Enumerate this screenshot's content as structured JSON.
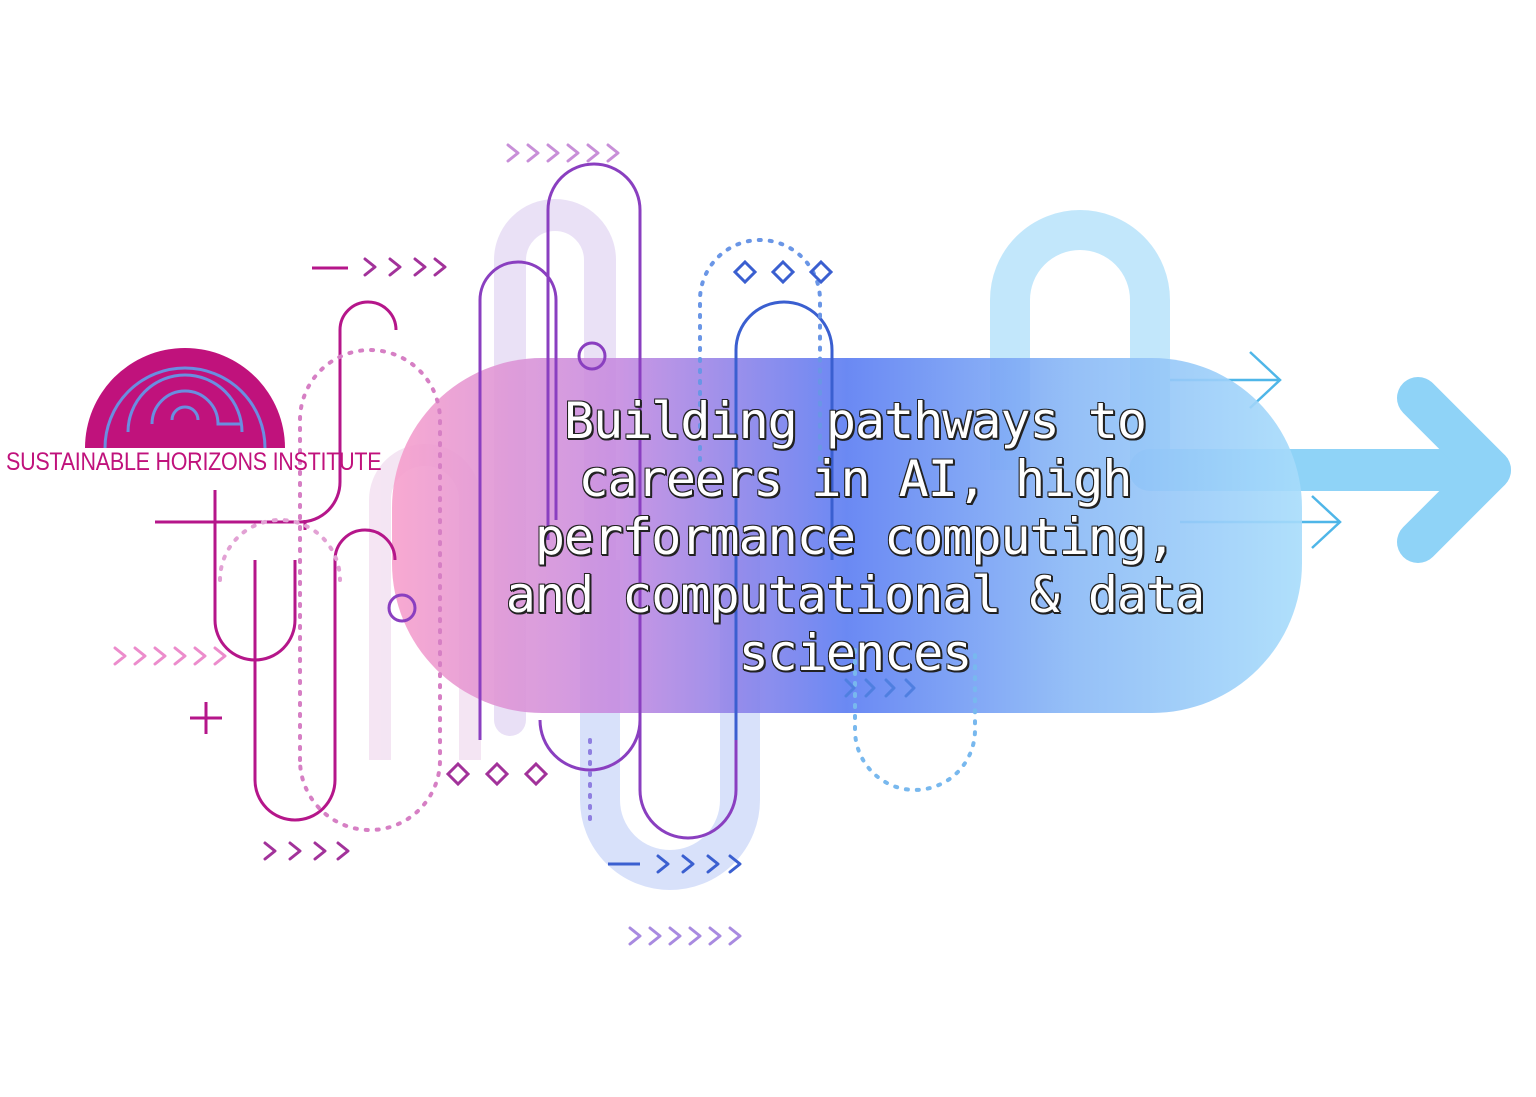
{
  "logo": {
    "name": "SUSTAINABLE HORIZONS INSTITUTE",
    "color": "#c0127c"
  },
  "headline": {
    "lines": [
      "Building pathways to",
      "careers in AI, high",
      "performance computing,",
      "and computational & data",
      "sciences"
    ]
  },
  "palette": {
    "magenta": "#c0127c",
    "purple": "#7a3fb0",
    "blue": "#3a62d6",
    "light_blue": "#8fd3f7",
    "pink": "#f6a6cf"
  }
}
